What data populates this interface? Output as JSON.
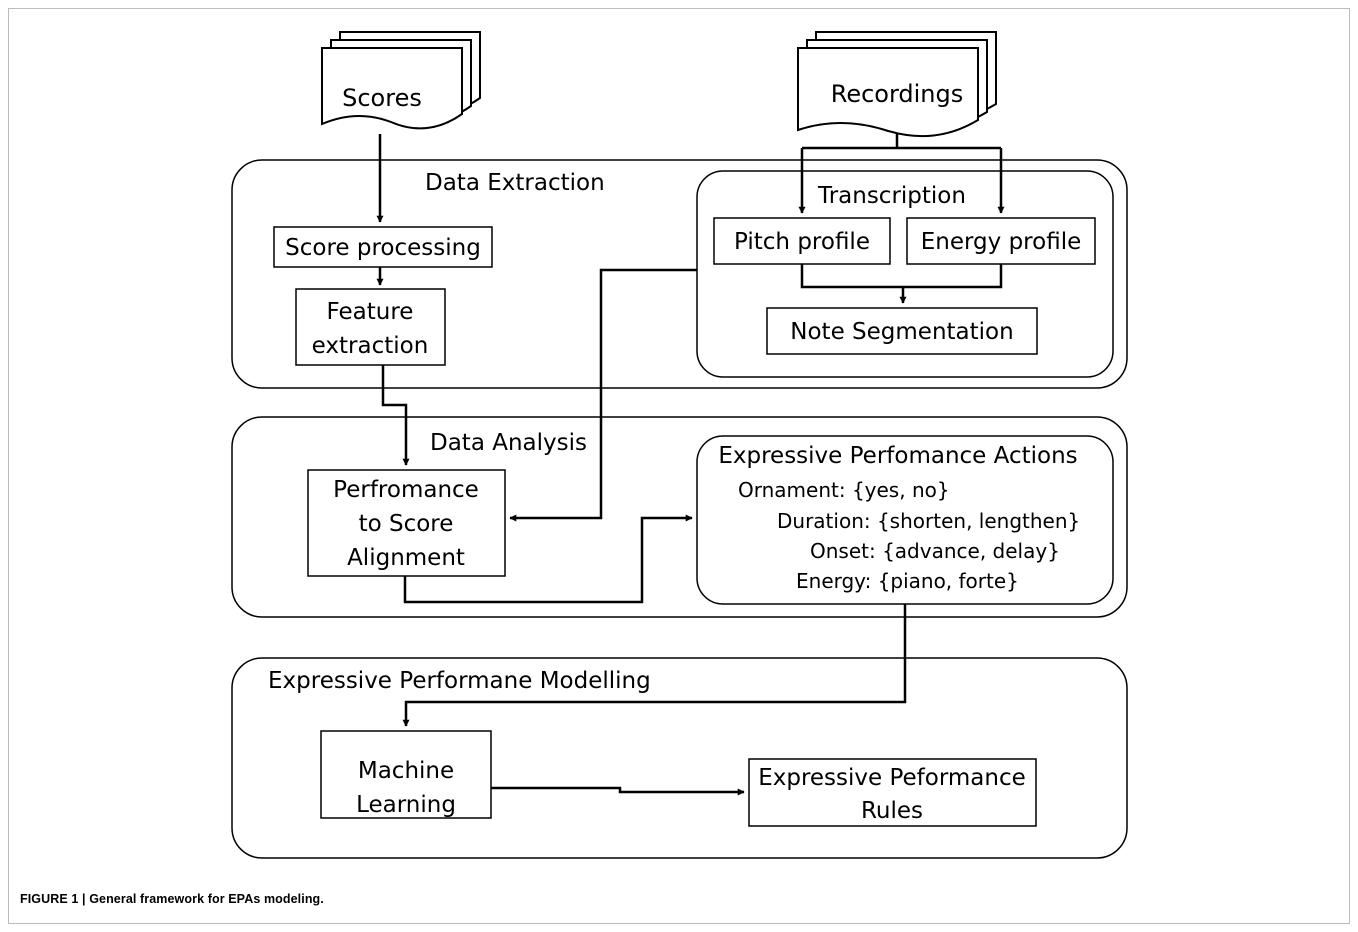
{
  "diagram": {
    "inputs": {
      "scores": "Scores",
      "recordings": "Recordings"
    },
    "data_extraction": {
      "title": "Data Extraction",
      "score_processing": "Score processing",
      "feature_extraction": [
        "Feature",
        "extraction"
      ],
      "transcription": {
        "title": "Transcription",
        "pitch_profile": "Pitch profile",
        "energy_profile": "Energy profile",
        "note_segmentation": "Note Segmentation"
      }
    },
    "data_analysis": {
      "title": "Data Analysis",
      "alignment": [
        "Perfromance",
        "to Score",
        "Alignment"
      ],
      "epa": {
        "title": "Expressive Perfomance Actions",
        "items": [
          "Ornament: {yes, no}",
          "Duration: {shorten, lengthen}",
          "Onset: {advance, delay}",
          "Energy: {piano, forte}"
        ]
      }
    },
    "modelling": {
      "title": "Expressive Performane Modelling",
      "machine_learning": [
        "Machine",
        "Learning"
      ],
      "rules": [
        "Expressive Peformance",
        "Rules"
      ]
    }
  },
  "caption": "FIGURE 1 | General framework for EPAs modeling."
}
